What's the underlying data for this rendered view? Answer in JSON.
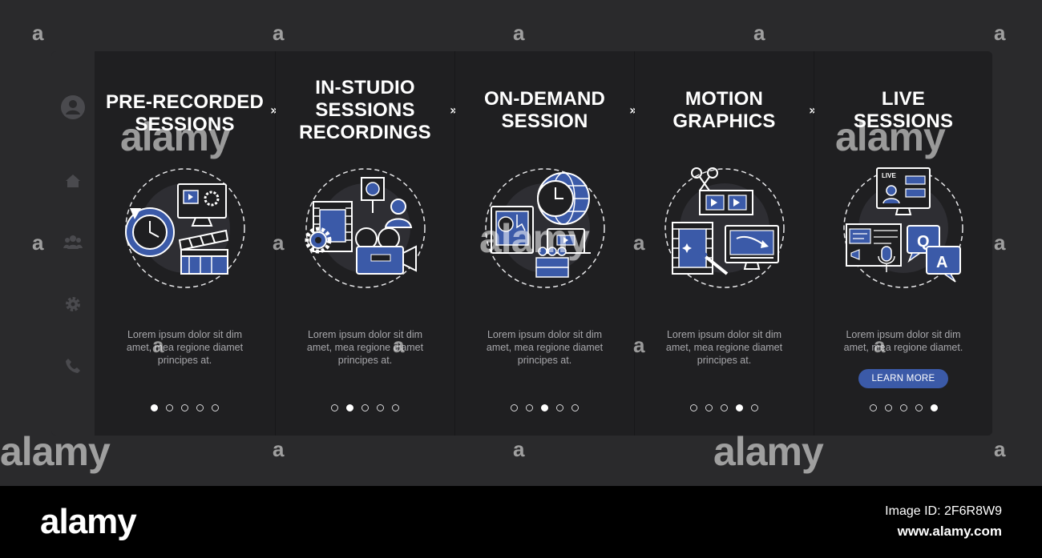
{
  "screens": [
    {
      "title_lines": [
        "PRE-RECORDED",
        "SESSIONS"
      ],
      "description_lines": [
        "Lorem ipsum dolor sit dim",
        "amet, mea regione diamet",
        "principes at."
      ],
      "page_index": 1
    },
    {
      "title_lines": [
        "IN-STUDIO",
        "SESSIONS",
        "RECORDINGS"
      ],
      "description_lines": [
        "Lorem ipsum dolor sit dim",
        "amet, mea regione diamet",
        "principes at."
      ],
      "page_index": 2
    },
    {
      "title_lines": [
        "ON-DEMAND",
        "SESSION"
      ],
      "description_lines": [
        "Lorem ipsum dolor sit dim",
        "amet, mea regione diamet",
        "principes at."
      ],
      "page_index": 3
    },
    {
      "title_lines": [
        "MOTION",
        "GRAPHICS"
      ],
      "description_lines": [
        "Lorem ipsum dolor sit dim",
        "amet, mea regione diamet",
        "principes at."
      ],
      "page_index": 4
    },
    {
      "title_lines": [
        "LIVE",
        "SESSIONS"
      ],
      "description_lines": [
        "Lorem ipsum dolor sit dim",
        "amet, mea regione diamet."
      ],
      "page_index": 5,
      "button_label": "LEARN MORE"
    }
  ],
  "pagination": {
    "total": 5
  },
  "arrow_glyph": "»",
  "icon_labels": {
    "live": "LIVE",
    "q": "Q",
    "a": "A"
  },
  "sidebar_icons": [
    "user-icon",
    "home-icon",
    "group-icon",
    "gear-icon",
    "phone-icon"
  ],
  "colors": {
    "background": "#2a2a2c",
    "panel": "#1f1f21",
    "accent_blue": "#3b5aa8",
    "text_white": "#ffffff",
    "text_muted": "#a7a7ab"
  },
  "watermark": {
    "mark": "a",
    "logo": "alamy"
  },
  "footer": {
    "logo": "alamy",
    "image_id": "Image ID: 2F6R8W9",
    "url": "www.alamy.com"
  }
}
